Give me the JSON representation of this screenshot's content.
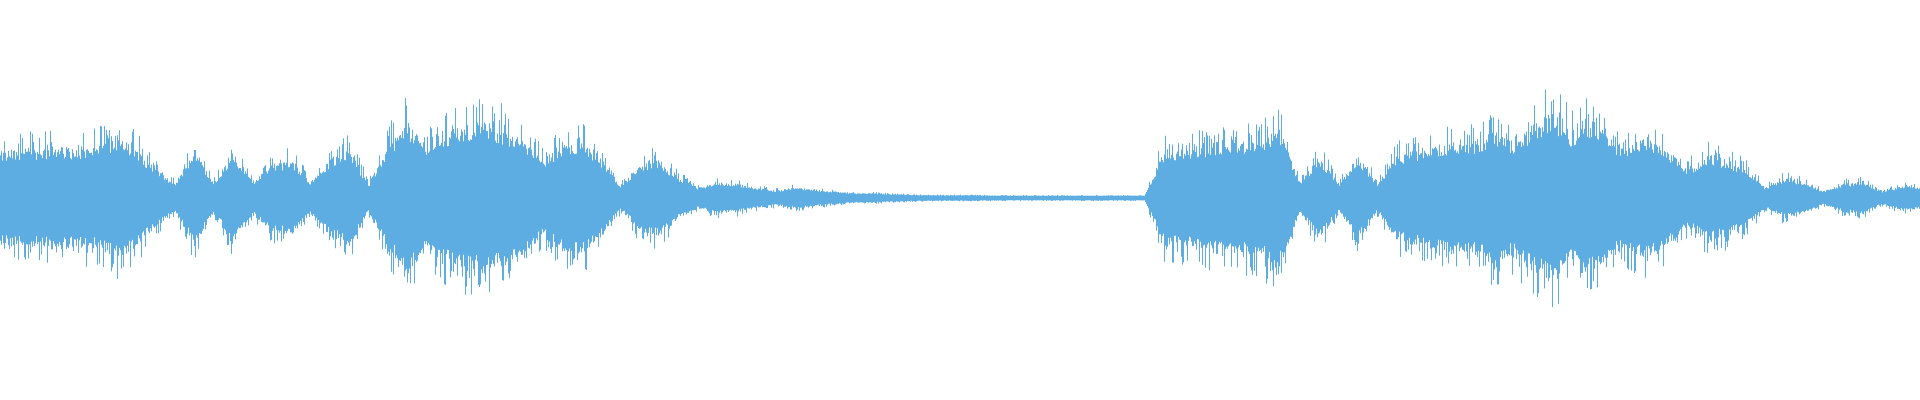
{
  "waveform": {
    "color": "#5DADE2",
    "background": "#FFFFFF",
    "peak_envelope": [
      0.24,
      0.26,
      0.26,
      0.27,
      0.26,
      0.27,
      0.32,
      0.26,
      0.15,
      0.07,
      0.25,
      0.08,
      0.24,
      0.08,
      0.17,
      0.2,
      0.08,
      0.2,
      0.25,
      0.07,
      0.28,
      0.4,
      0.28,
      0.35,
      0.38,
      0.4,
      0.36,
      0.3,
      0.2,
      0.28,
      0.3,
      0.2,
      0.06,
      0.18,
      0.2,
      0.1,
      0.05,
      0.08,
      0.07,
      0.05,
      0.035,
      0.05,
      0.04,
      0.03,
      0.02,
      0.02,
      0.015,
      0.012,
      0.01,
      0.01,
      0.01,
      0.008,
      0.008,
      0.008,
      0.008,
      0.008,
      0.008,
      0.008,
      0.008,
      0.008,
      0.25,
      0.26,
      0.27,
      0.3,
      0.3,
      0.32,
      0.36,
      0.07,
      0.22,
      0.07,
      0.22,
      0.07,
      0.22,
      0.25,
      0.28,
      0.3,
      0.3,
      0.35,
      0.3,
      0.38,
      0.45,
      0.35,
      0.4,
      0.3,
      0.28,
      0.32,
      0.25,
      0.15,
      0.22,
      0.2,
      0.15,
      0.05,
      0.1,
      0.08,
      0.03,
      0.07,
      0.08,
      0.03,
      0.06,
      0.05
    ]
  }
}
